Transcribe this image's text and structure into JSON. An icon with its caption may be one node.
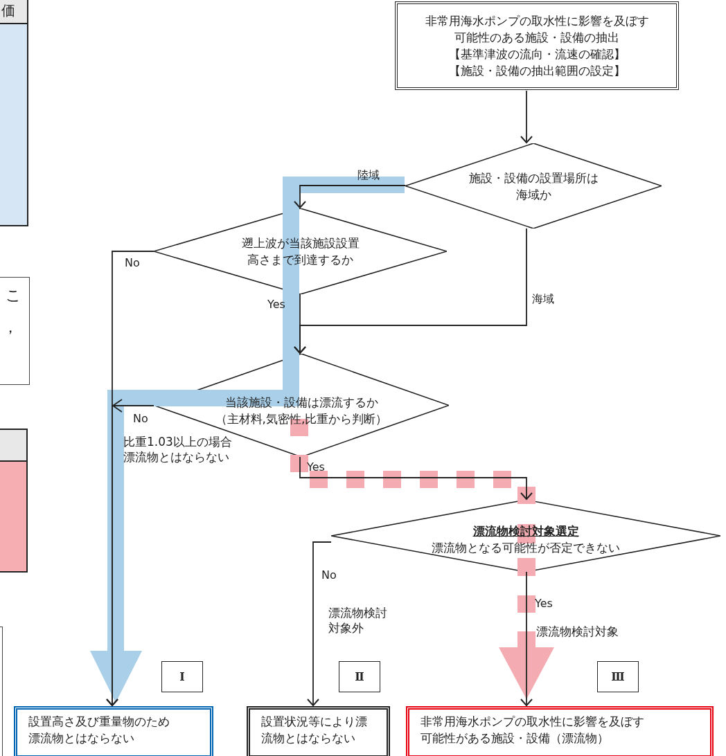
{
  "diagram": {
    "nodes": [
      {
        "text": [
          "非常用海水ポンプの取水性に影響を及ぼす可能性のある施設・設備の抽出",
          "【基準津波の流向・流速の確認】",
          "【施設・設備の抽出範囲の設定】"
        ]
      },
      {
        "text": [
          "施設・設備の設置場所は海域か"
        ]
      },
      {
        "text": [
          "遡上波が当該施設設置高さまで到達するか"
        ]
      },
      {
        "text": [
          "当該施設・設備は漂流するか",
          "（主材料,気密性,比重から判断）"
        ]
      },
      {
        "text": [
          "漂流物検討対象選定",
          "漂流物となる可能性が否定できない"
        ]
      },
      {
        "text": [
          "Ⅰ"
        ]
      },
      {
        "text": [
          "Ⅱ"
        ]
      },
      {
        "text": [
          "Ⅲ"
        ]
      },
      {
        "text": [
          "設置高さ及び重量物のため漂流物とはならない"
        ]
      },
      {
        "text": [
          "設置状況等により漂流物とはならない"
        ]
      },
      {
        "text": [
          "非常用海水ポンプの取水性に影響を及ぼす可能性がある施設・設備（漂流物）"
        ]
      }
    ],
    "edges": [
      {
        "from": 0,
        "to": 1,
        "arrow": "to"
      },
      {
        "from": 1,
        "to": 2,
        "arrow": "to",
        "label": "陸域"
      },
      {
        "from": 1,
        "to": 3,
        "arrow": "to",
        "label": "海域"
      },
      {
        "from": 2,
        "to": 3,
        "arrow": "to",
        "label": "Yes"
      },
      {
        "from": 2,
        "to": 8,
        "arrow": "to",
        "label": "No"
      },
      {
        "from": 3,
        "to": 8,
        "arrow": "to",
        "label": "No"
      },
      {
        "from": 3,
        "to": 4,
        "arrow": "to",
        "label": "Yes"
      },
      {
        "from": 4,
        "to": 9,
        "arrow": "to",
        "label": "No"
      },
      {
        "from": 4,
        "to": 10,
        "arrow": "to",
        "label": "Yes"
      }
    ],
    "labels": [
      "価",
      "こ",
      "，",
      "比重1.03以上の場合漂流物とはならない",
      "漂流物検討対象外",
      "漂流物検討対象"
    ]
  }
}
